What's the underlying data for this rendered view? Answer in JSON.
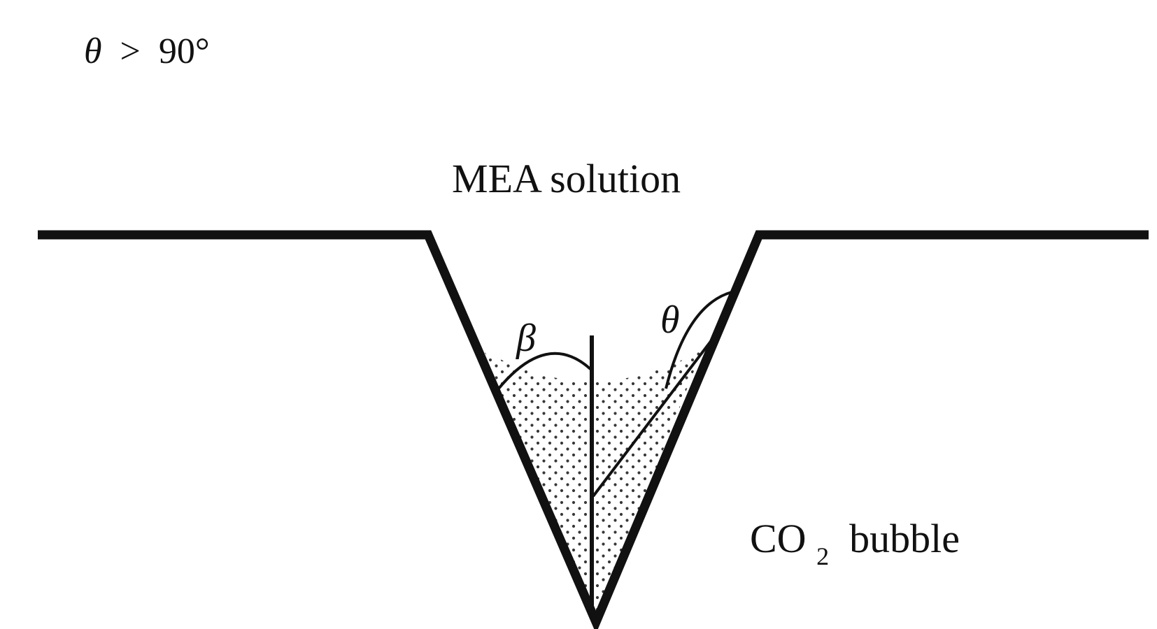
{
  "condition": {
    "symbol": "θ",
    "relation": " > ",
    "value": "90°"
  },
  "labels": {
    "liquid": "MEA solution",
    "gas_prefix": "CO",
    "gas_subscript": "2",
    "gas_suffix": " bubble",
    "angle_beta": "β",
    "angle_theta": "θ"
  },
  "colors": {
    "stroke": "#111111",
    "stipple": "#222222",
    "background": "#ffffff"
  }
}
